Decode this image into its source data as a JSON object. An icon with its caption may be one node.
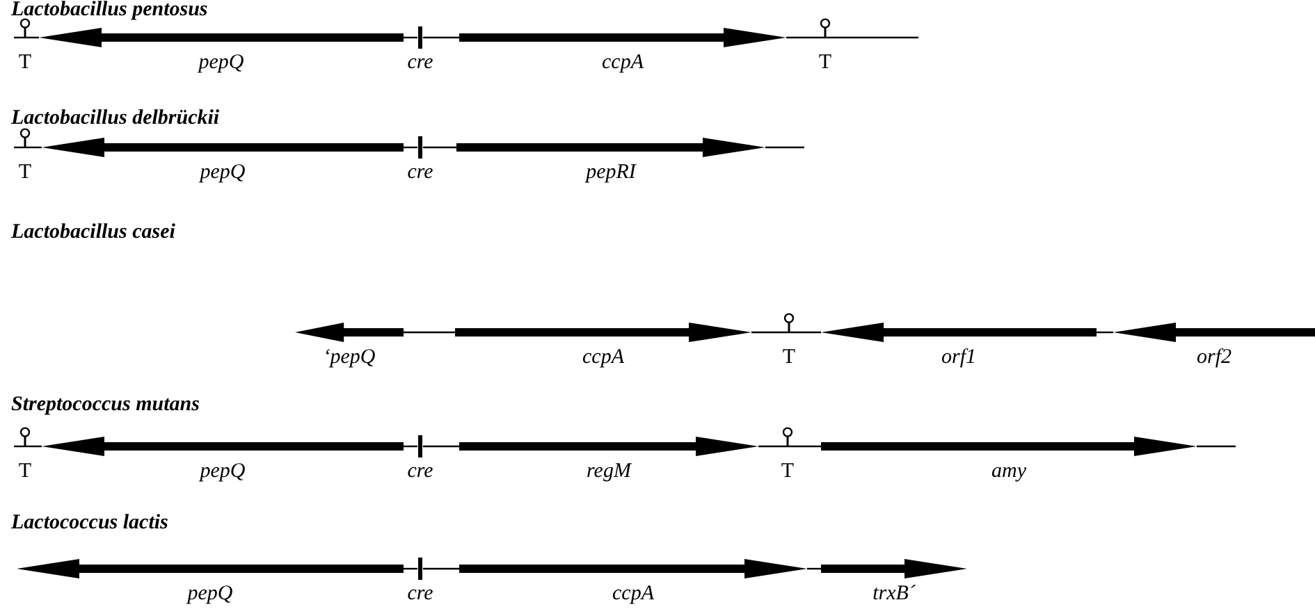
{
  "diagram": {
    "nodes": [
      {
        "text": [
          "T"
        ]
      },
      {
        "text": [],
        "shape": "arrow",
        "beside": [
          "pepQ"
        ]
      },
      {
        "text": [
          "cre"
        ]
      },
      {
        "text": [],
        "shape": "arrow",
        "beside": [
          "ccpA"
        ]
      },
      {
        "text": [
          "T"
        ]
      },
      {
        "text": [
          "T"
        ]
      },
      {
        "text": [],
        "shape": "arrow",
        "beside": [
          "pepQ"
        ]
      },
      {
        "text": [
          "cre"
        ]
      },
      {
        "text": [],
        "shape": "arrow",
        "beside": [
          "pepRI"
        ]
      },
      {
        "text": [],
        "shape": "arrow",
        "beside": [
          "‘pepQ"
        ]
      },
      {
        "text": [],
        "shape": "arrow",
        "beside": [
          "ccpA"
        ]
      },
      {
        "text": [
          "T"
        ]
      },
      {
        "text": [],
        "shape": "arrow",
        "beside": [
          "orf1"
        ]
      },
      {
        "text": [],
        "shape": "arrow",
        "beside": [
          "orf2"
        ]
      },
      {
        "text": [
          "T"
        ]
      },
      {
        "text": [],
        "shape": "arrow",
        "beside": [
          "pepQ"
        ]
      },
      {
        "text": [
          "cre"
        ]
      },
      {
        "text": [],
        "shape": "arrow",
        "beside": [
          "regM"
        ]
      },
      {
        "text": [
          "T"
        ]
      },
      {
        "text": [],
        "shape": "arrow",
        "beside": [
          "amy"
        ]
      },
      {
        "text": [],
        "shape": "arrow",
        "beside": [
          "pepQ"
        ]
      },
      {
        "text": [
          "cre"
        ]
      },
      {
        "text": [],
        "shape": "arrow",
        "beside": [
          "ccpA"
        ]
      },
      {
        "text": [],
        "shape": "arrow",
        "beside": [
          "trxB´"
        ]
      }
    ],
    "edges": [
      {
        "from": null,
        "to": 0,
        "arrow": "none"
      },
      {
        "from": 0,
        "to": 1,
        "arrow": "none"
      },
      {
        "from": 1,
        "to": 2,
        "arrow": "none"
      },
      {
        "from": 2,
        "to": 3,
        "arrow": "none"
      },
      {
        "from": 3,
        "to": 4,
        "arrow": "none"
      },
      {
        "from": 4,
        "to": null,
        "arrow": "none"
      },
      {
        "from": null,
        "to": 5,
        "arrow": "none"
      },
      {
        "from": 5,
        "to": 6,
        "arrow": "none"
      },
      {
        "from": 6,
        "to": 7,
        "arrow": "none"
      },
      {
        "from": 7,
        "to": 8,
        "arrow": "none"
      },
      {
        "from": 8,
        "to": null,
        "arrow": "none"
      },
      {
        "from": 9,
        "to": 10,
        "arrow": "none"
      },
      {
        "from": 10,
        "to": 11,
        "arrow": "none"
      },
      {
        "from": 11,
        "to": 12,
        "arrow": "none"
      },
      {
        "from": 12,
        "to": 13,
        "arrow": "none"
      },
      {
        "from": null,
        "to": 14,
        "arrow": "none"
      },
      {
        "from": 14,
        "to": 15,
        "arrow": "none"
      },
      {
        "from": 15,
        "to": 16,
        "arrow": "none"
      },
      {
        "from": 16,
        "to": 17,
        "arrow": "none"
      },
      {
        "from": 17,
        "to": 18,
        "arrow": "none"
      },
      {
        "from": 18,
        "to": 19,
        "arrow": "none"
      },
      {
        "from": 19,
        "to": null,
        "arrow": "none"
      },
      {
        "from": 20,
        "to": 21,
        "arrow": "none"
      },
      {
        "from": 21,
        "to": 22,
        "arrow": "none"
      },
      {
        "from": 22,
        "to": 23,
        "arrow": "none"
      }
    ],
    "labels": [
      "Lactobacillus pentosus",
      "Lactobacillus delbrückii",
      "Lactobacillus casei",
      "Streptococcus mutans",
      "Lactococcus lactis"
    ]
  }
}
